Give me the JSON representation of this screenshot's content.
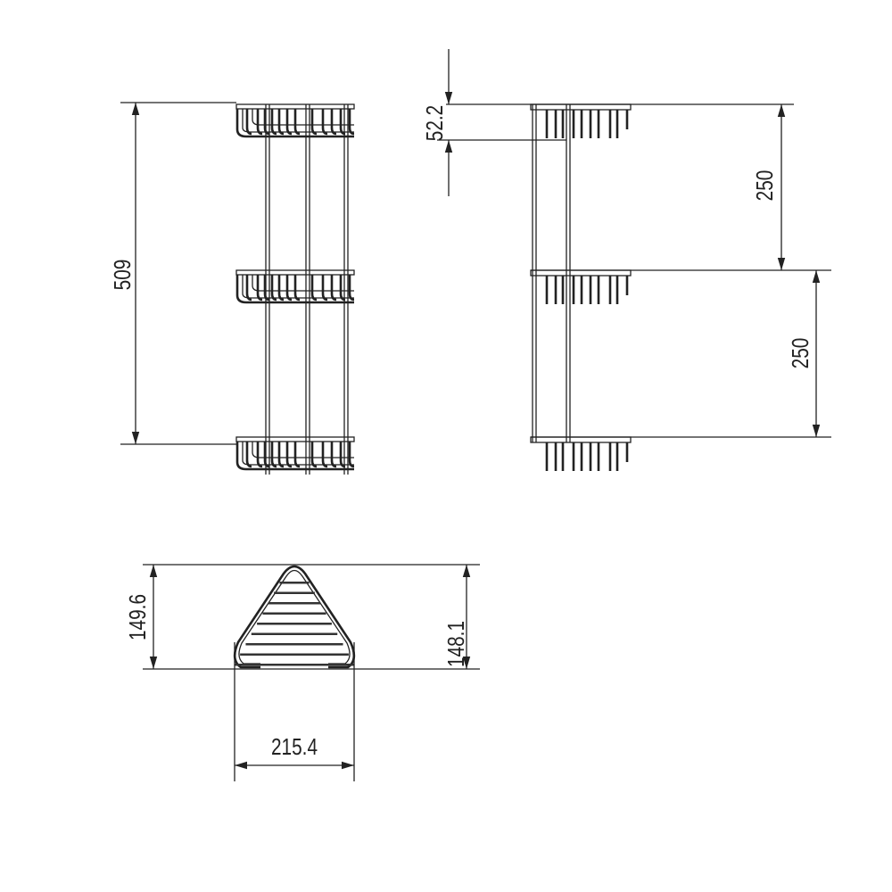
{
  "dimensions": {
    "front_height": "509",
    "side_top_offset": "52.2",
    "side_spacing_upper": "250",
    "side_spacing_lower": "250",
    "plan_depth_left": "149.6",
    "plan_depth_right": "148.1",
    "plan_width": "215.4"
  },
  "colors": {
    "line": "#222222",
    "background": "#ffffff"
  }
}
